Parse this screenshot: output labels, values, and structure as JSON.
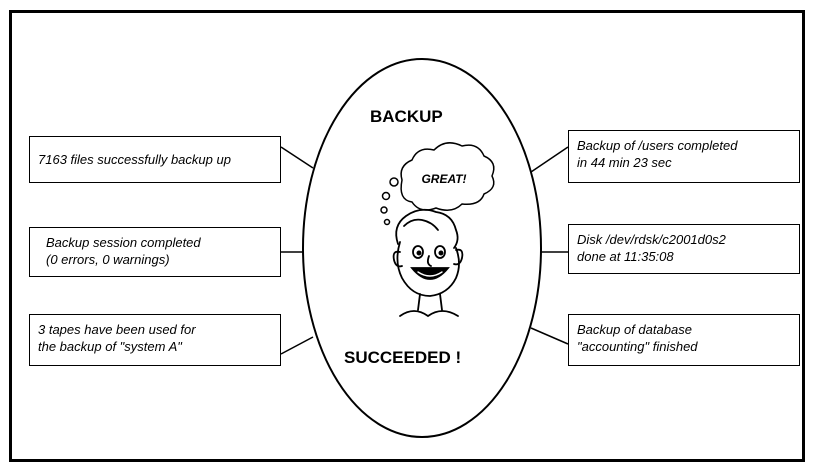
{
  "title_top": "BACKUP",
  "title_bottom": "SUCCEEDED !",
  "bubble_text": "GREAT!",
  "left_boxes": [
    {
      "lines": [
        "7163 files successfully backup up"
      ]
    },
    {
      "lines": [
        "Backup session completed",
        "(0 errors, 0 warnings)"
      ]
    },
    {
      "lines": [
        "3 tapes have been used for",
        "the backup of \"system A\""
      ]
    }
  ],
  "right_boxes": [
    {
      "lines": [
        "Backup of /users completed",
        "in 44 min 23 sec"
      ]
    },
    {
      "lines": [
        "Disk /dev/rdsk/c2001d0s2",
        "done at 11:35:08"
      ]
    },
    {
      "lines": [
        "Backup of database",
        "\"accounting\" finished"
      ]
    }
  ],
  "colors": {
    "line": "#000000",
    "background": "#ffffff"
  },
  "icons": [
    "smiling-face-icon",
    "thought-bubble-icon"
  ]
}
